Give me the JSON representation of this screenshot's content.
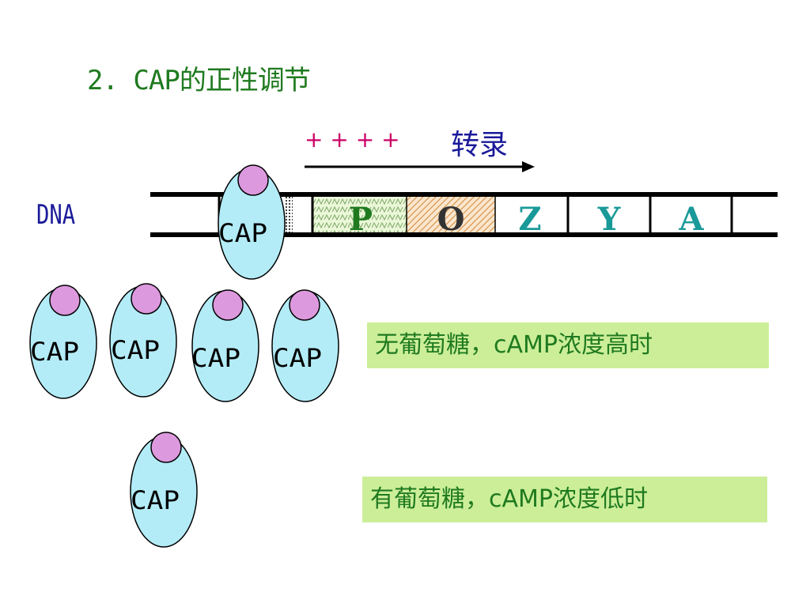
{
  "slide": {
    "title": "2. CAP的正性调节",
    "plus_signs": "+ + + +",
    "transcription_label": "转录",
    "dna_label": "DNA",
    "genes": [
      {
        "id": "P",
        "label": "P",
        "color": "#1f7a1f"
      },
      {
        "id": "O",
        "label": "O",
        "color": "#333333"
      },
      {
        "id": "Z",
        "label": "Z",
        "color": "#1a9999"
      },
      {
        "id": "Y",
        "label": "Y",
        "color": "#1a9999"
      },
      {
        "id": "A",
        "label": "A",
        "color": "#1a9999"
      }
    ],
    "cap_label": "CAP",
    "info_high": "无葡萄糖，cAMP浓度高时",
    "info_low": "有葡萄糖，cAMP浓度低时"
  },
  "colors": {
    "title": "#1f7a1f",
    "plus": "#cc0066",
    "transcription": "#1a1a99",
    "dna_label": "#1a1a99",
    "cap_body": "#b3ecf7",
    "cap_camp": "#dd99dd",
    "info_box_bg": "#ccee99",
    "info_text": "#1f7a1f"
  }
}
